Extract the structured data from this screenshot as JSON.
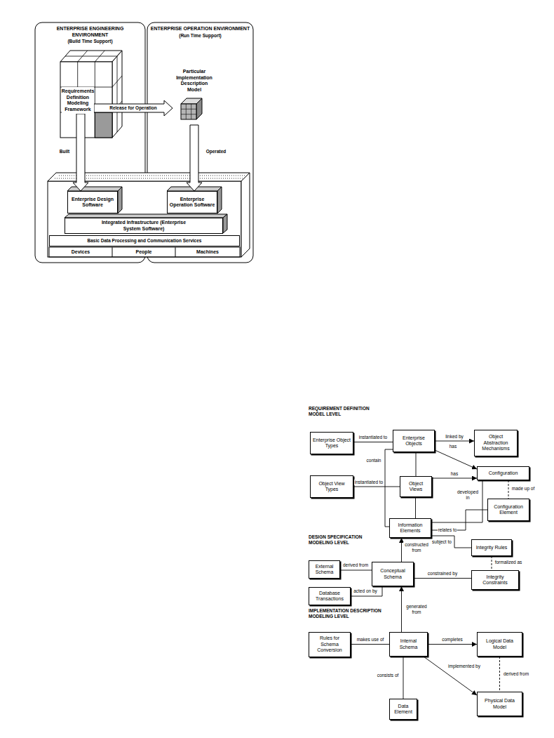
{
  "diagram": {
    "nodes": [
      {
        "text": [
          "ENTERPRISE ENGINEERING ENVIRONMENT",
          "(Build Time Support)"
        ]
      },
      {
        "text": [
          "Requirements Definition Modeling Framework"
        ],
        "in": 0
      },
      {
        "text": [
          "ENTERPRISE OPERATION ENVIRONMENT",
          "(Run Time Support)"
        ]
      },
      {
        "text": [
          "Particular Implementation Description Model"
        ],
        "in": 2
      },
      {
        "text": [
          "Enterprise Design Software"
        ]
      },
      {
        "text": [
          "Enterprise Operation Software"
        ]
      },
      {
        "text": [
          "Integrated Infrastructure (Enterprise System Software)"
        ]
      },
      {
        "text": [
          "Basic Data Processing and Communication Services"
        ]
      },
      {
        "text": [
          "Enterprise Object Types"
        ]
      },
      {
        "text": [
          "Enterprise Objects"
        ]
      },
      {
        "text": [
          "Object Abstraction Mechanisms"
        ]
      },
      {
        "text": [
          "Object View Types"
        ]
      },
      {
        "text": [
          "Object Views"
        ]
      },
      {
        "text": [
          "Configuration"
        ]
      },
      {
        "text": [
          "Information Elements"
        ]
      },
      {
        "text": [
          "Configuration Element"
        ]
      },
      {
        "text": [
          "Integrity Rules"
        ]
      },
      {
        "text": [
          "External Schema"
        ]
      },
      {
        "text": [
          "Conceptual Schema"
        ]
      },
      {
        "text": [
          "Integrity Constraints"
        ]
      },
      {
        "text": [
          "Database Transactions"
        ]
      },
      {
        "text": [
          "Rules for Schema Conversion"
        ]
      },
      {
        "text": [
          "Internal Schema"
        ]
      },
      {
        "text": [
          "Logical Data Model"
        ]
      },
      {
        "text": [
          "Data Element"
        ]
      },
      {
        "text": [
          "Physical Data Model"
        ]
      }
    ],
    "edges": [
      {
        "from": 1,
        "to": 3,
        "arrow": "to",
        "label": "Release for Operation"
      },
      {
        "from": 1,
        "to": 4,
        "arrow": "to",
        "label": "Built"
      },
      {
        "from": 3,
        "to": 5,
        "arrow": "to",
        "label": "Operated"
      },
      {
        "from": 8,
        "to": 9,
        "arrow": "none",
        "label": "instantiated to"
      },
      {
        "from": 9,
        "to": 10,
        "arrow": "to",
        "label": "linked by"
      },
      {
        "from": 9,
        "to": 13,
        "arrow": "to",
        "label": "has"
      },
      {
        "from": 9,
        "to": 12,
        "arrow": "none"
      },
      {
        "from": 11,
        "to": 12,
        "arrow": "none",
        "label": "instantiated to"
      },
      {
        "from": 12,
        "to": 13,
        "arrow": "to",
        "label": "has"
      },
      {
        "from": 9,
        "to": 14,
        "arrow": "none",
        "label": "contain"
      },
      {
        "from": 12,
        "to": 14,
        "arrow": "none"
      },
      {
        "from": 14,
        "to": 13,
        "arrow": "none",
        "label": "developed in"
      },
      {
        "from": 13,
        "to": 15,
        "arrow": "none",
        "label": "made up of"
      },
      {
        "from": 14,
        "to": 15,
        "arrow": "none",
        "label": "relates to"
      },
      {
        "from": 14,
        "to": 16,
        "arrow": "none",
        "label": "subject to"
      },
      {
        "from": 18,
        "to": 14,
        "arrow": "to",
        "label": "constructed from"
      },
      {
        "from": 17,
        "to": 18,
        "arrow": "none",
        "label": "derived from"
      },
      {
        "from": 20,
        "to": 18,
        "arrow": "none",
        "label": "acted on by"
      },
      {
        "from": 18,
        "to": 19,
        "arrow": "none",
        "label": "constrained by"
      },
      {
        "from": 16,
        "to": 19,
        "arrow": "none",
        "label": "formalized as"
      },
      {
        "from": 22,
        "to": 18,
        "arrow": "to",
        "label": "generated from"
      },
      {
        "from": 21,
        "to": 22,
        "arrow": "none",
        "label": "makes use of"
      },
      {
        "from": 22,
        "to": 23,
        "arrow": "to",
        "label": "completes"
      },
      {
        "from": 22,
        "to": 25,
        "arrow": "to",
        "label": "implemented by"
      },
      {
        "from": 23,
        "to": 25,
        "arrow": "none",
        "label": "derived from"
      },
      {
        "from": 22,
        "to": 24,
        "arrow": "none",
        "label": "consists of"
      }
    ],
    "labels": [
      "Devices",
      "People",
      "Machines",
      "REQUIREMENT DEFINITION MODEL LEVEL",
      "DESIGN SPECIFICATION MODELING LEVEL",
      "IMPLEMENTATION DESCRIPTION MODELING LEVEL"
    ]
  }
}
